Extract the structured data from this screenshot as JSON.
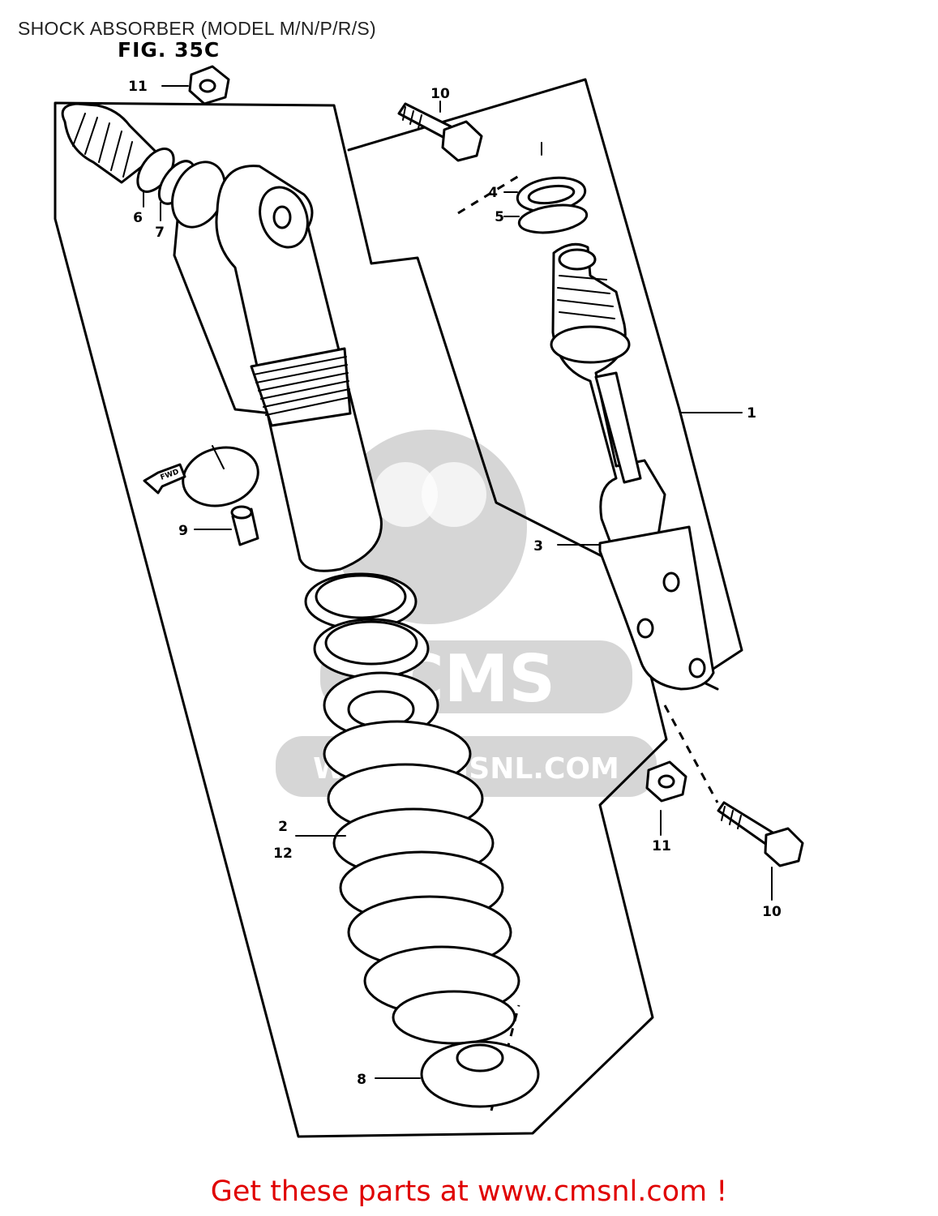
{
  "header": {
    "title": "SHOCK ABSORBER (MODEL M/N/P/R/S)",
    "figure_label": "FIG. 35C"
  },
  "callouts": {
    "c1": "1",
    "c2": "2",
    "c12": "12",
    "c3": "3",
    "c4": "4",
    "c5": "5",
    "c6": "6",
    "c7": "7",
    "c8": "8",
    "c9": "9",
    "c10_top": "10",
    "c10_bottom": "10",
    "c11_top": "11",
    "c11_bottom": "11"
  },
  "direction_marker": "FWD",
  "watermark": {
    "logo_text": "CMS",
    "url_text": "WWW.CMSNL.COM"
  },
  "footer": {
    "cta_text": "Get these parts at www.cmsnl.com !",
    "cta_color": "#e00000"
  }
}
